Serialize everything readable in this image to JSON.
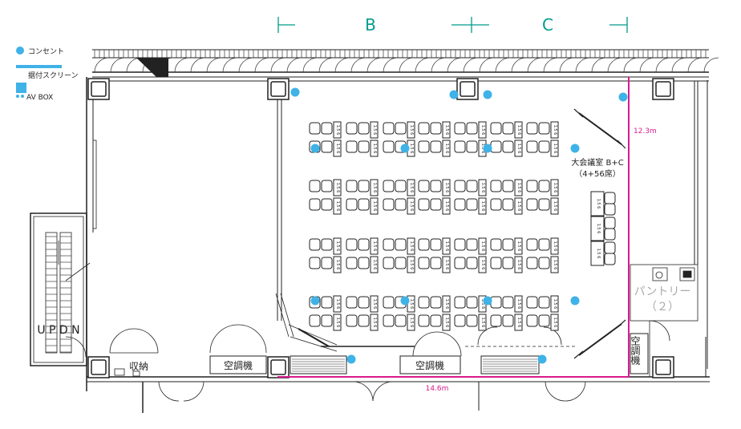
{
  "legend": {
    "outlet": "コンセント",
    "screen": "据付スクリーン",
    "av_box": "AV BOX"
  },
  "sections": {
    "b": "B",
    "c": "C"
  },
  "room": {
    "name": "大会議室 B+C",
    "seats": "（4+56席）"
  },
  "dimensions": {
    "width": "14.6m",
    "depth": "12.3m"
  },
  "labels": {
    "storage": "収納",
    "aircon": "空調機",
    "pantry": "パントリー",
    "pantry_no": "（２）",
    "stairs": "U P  D N"
  },
  "desk_tag": "1.5 6",
  "colors": {
    "outlet": "#3fb2e8",
    "accent": "#d81b8c",
    "section": "#009c8c",
    "wall": "#222222"
  }
}
